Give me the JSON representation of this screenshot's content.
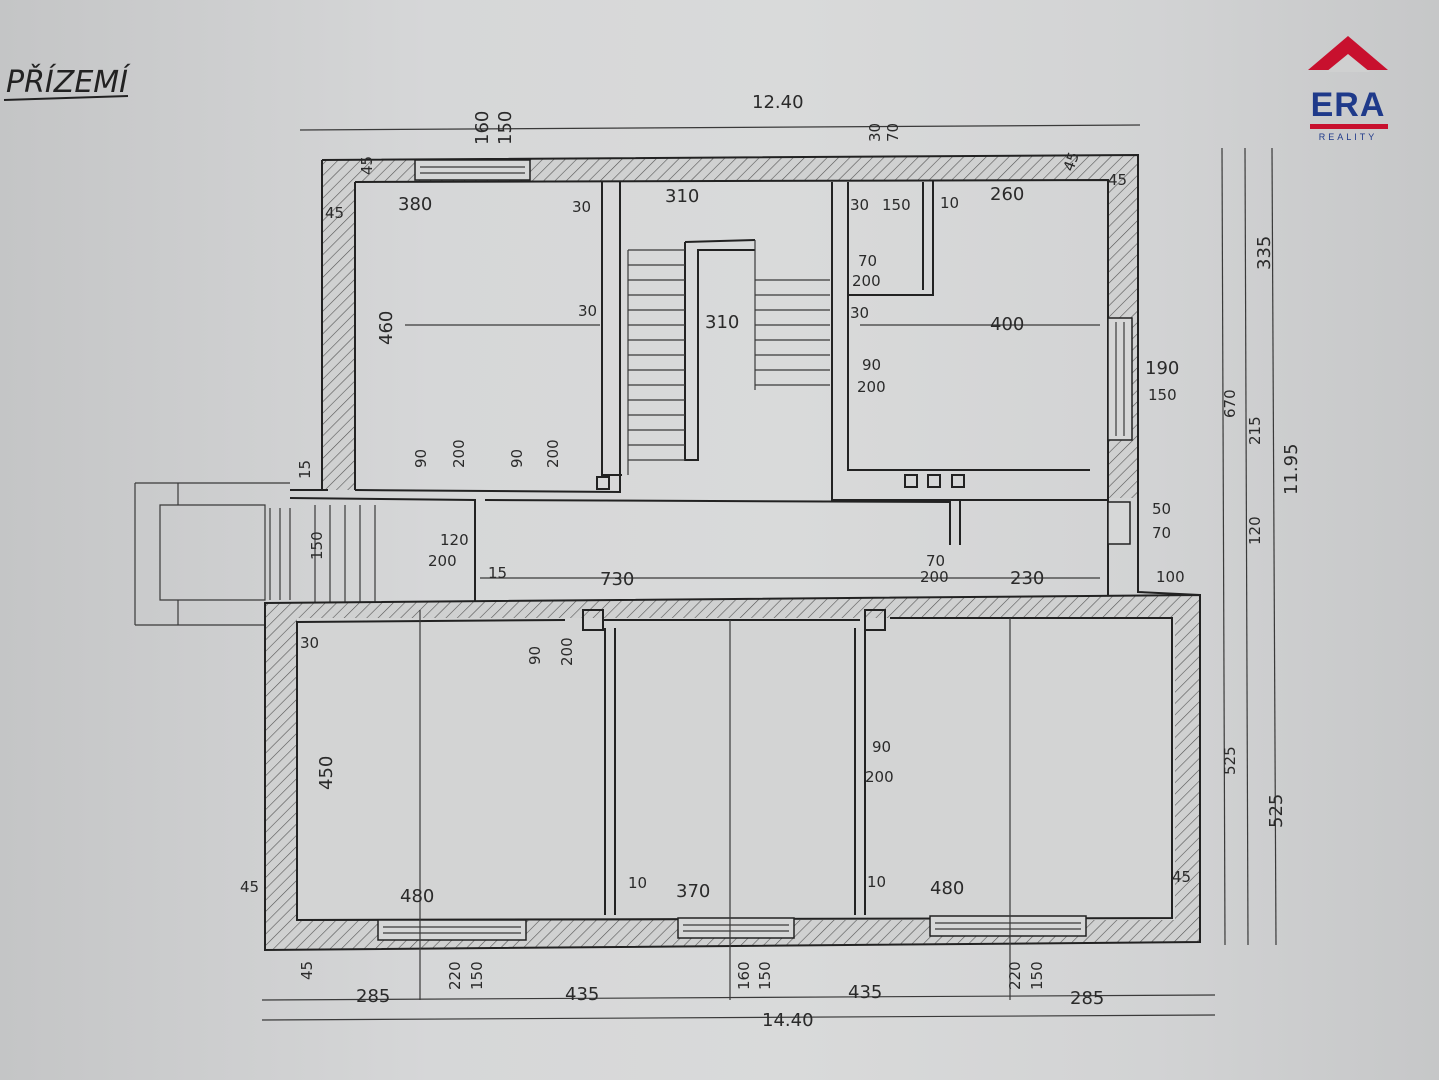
{
  "title": "PŘÍZEMÍ",
  "logo": {
    "name": "ERA",
    "sub": "REALITY"
  },
  "dimensions": {
    "top": [
      "160",
      "150",
      "12.40",
      "30",
      "70",
      "45",
      "45",
      "45"
    ],
    "rooms_top": [
      "380",
      "30",
      "310",
      "30",
      "150",
      "10",
      "260",
      "45"
    ],
    "left_room": [
      "460",
      "30",
      "90",
      "200",
      "90",
      "200",
      "15"
    ],
    "stairs": [
      "310",
      "30",
      "70",
      "200",
      "30",
      "400",
      "90",
      "200",
      "190",
      "150"
    ],
    "hall": [
      "120",
      "200",
      "15",
      "150",
      "730",
      "70",
      "200",
      "230",
      "50",
      "70",
      "100"
    ],
    "bottom_rooms": [
      "30",
      "90",
      "200",
      "450",
      "90",
      "200",
      "45",
      "480",
      "10",
      "370",
      "10",
      "480",
      "45"
    ],
    "below": [
      "45",
      "220",
      "150",
      "160",
      "150",
      "220",
      "150"
    ],
    "bottom_line": [
      "285",
      "435",
      "435",
      "285",
      "14.40"
    ],
    "right": [
      "335",
      "670",
      "215",
      "120",
      "11.95",
      "525",
      "525"
    ]
  }
}
